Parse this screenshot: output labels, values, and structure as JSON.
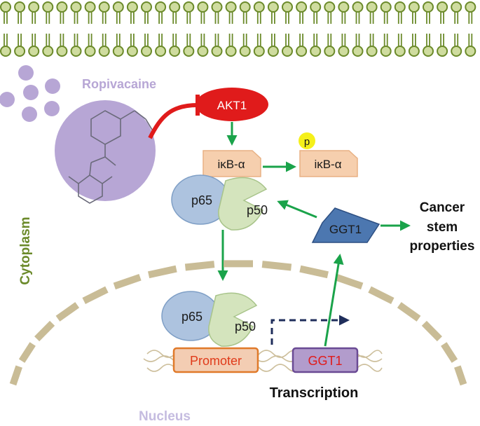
{
  "labels": {
    "drug": "Ropivacaine",
    "cytoplasm": "Cytoplasm",
    "nucleus": "Nucleus",
    "transcription": "Transcription",
    "cancer_stem": [
      "Cancer",
      "stem",
      "properties"
    ]
  },
  "nodes": {
    "akt1": "AKT1",
    "ikba": "iκB-α",
    "ikba_phos": "iκB-α",
    "phospho_mark": "p",
    "p65_cyto": "p65",
    "p50_cyto": "p50",
    "p65_nuc": "p65",
    "p50_nuc": "p50",
    "ggt1_protein": "GGT1",
    "promoter": "Promoter",
    "ggt1_gene": "GGT1"
  },
  "colors": {
    "membrane": "#6b8a2a",
    "membrane_head": "#cfdc9f",
    "drug": "#b7a6d5",
    "akt1": "#e01b1b",
    "inhibit": "#e01b1b",
    "activate_arrow": "#1aa34a",
    "ikba_fill": "#f6cfae",
    "phospho": "#f5f01a",
    "p65": "#adc3df",
    "p50": "#d4e4bd",
    "ggt1_protein": "#4c77b0",
    "nuclear_envelope": "#c9bc96",
    "promoter_fill": "#f3cdb3",
    "promoter_text": "#e03a1a",
    "gene_fill": "#b29ccc",
    "gene_text": "#e01b1b",
    "transcription_arrow": "#1f2e5b",
    "cytoplasm_text": "#6b8a2a",
    "nucleus_text": "#c5bce0",
    "drug_text": "#b7a6d5"
  }
}
